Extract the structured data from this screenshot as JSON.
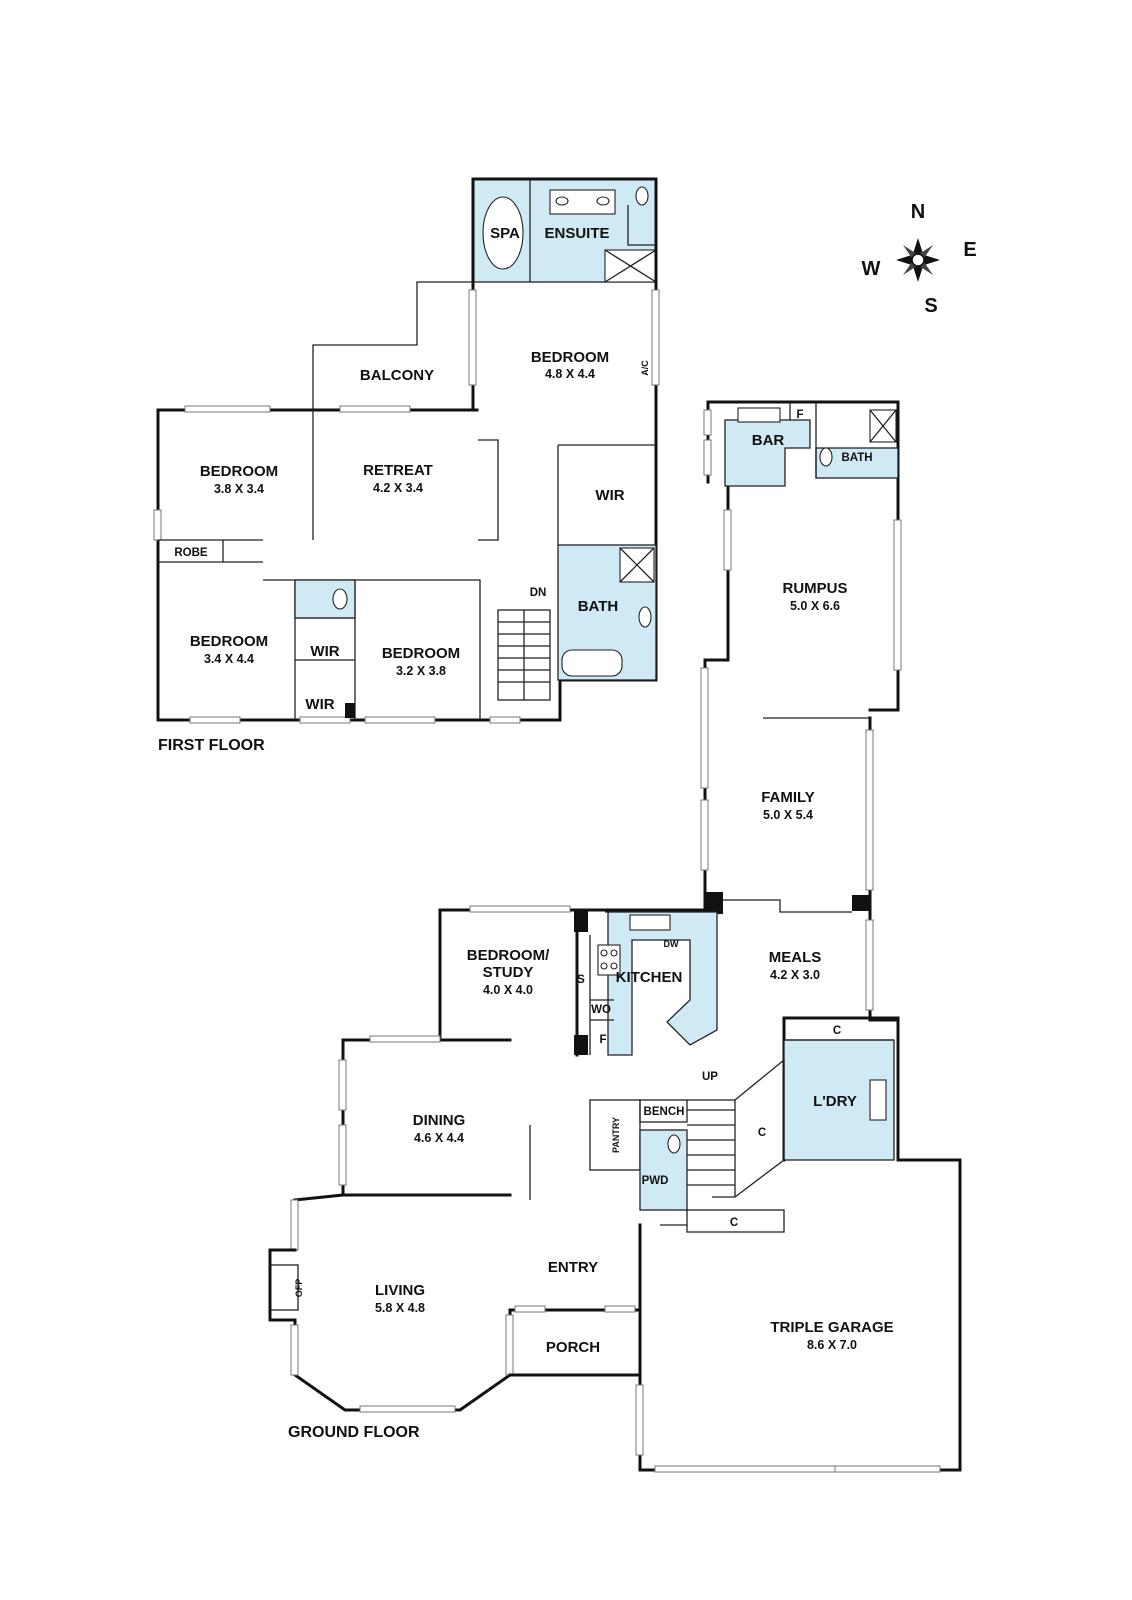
{
  "compass": {
    "north": "N",
    "east": "E",
    "south": "S",
    "west": "W"
  },
  "first_floor": {
    "title": "FIRST FLOOR",
    "rooms": {
      "spa": "SPA",
      "ensuite": "ENSUITE",
      "balcony": "BALCONY",
      "master_bedroom": {
        "name": "BEDROOM",
        "size": "4.8 X 4.4"
      },
      "ac": "A/C",
      "bedroom_nw": {
        "name": "BEDROOM",
        "size": "3.8 X 3.4"
      },
      "retreat": {
        "name": "RETREAT",
        "size": "4.2 X 3.4"
      },
      "wir_master": "WIR",
      "robe": "ROBE",
      "bedroom_sw": {
        "name": "BEDROOM",
        "size": "3.4 X 4.4"
      },
      "wir_a": "WIR",
      "wir_b": "WIR",
      "bedroom_s": {
        "name": "BEDROOM",
        "size": "3.2 X 3.8"
      },
      "dn": "DN",
      "bath": "BATH",
      "bar": "BAR",
      "bar_f": "F",
      "bar_bath": "BATH",
      "rumpus": {
        "name": "RUMPUS",
        "size": "5.0 X 6.6"
      }
    }
  },
  "ground_floor": {
    "title": "GROUND FLOOR",
    "rooms": {
      "family": {
        "name": "FAMILY",
        "size": "5.0 X 5.4"
      },
      "bedroom_study": {
        "name_line1": "BEDROOM/",
        "name_line2": "STUDY",
        "size": "4.0 X 4.0"
      },
      "kitchen": "KITCHEN",
      "dw": "DW",
      "s": "S",
      "wo": "WO",
      "f": "F",
      "meals": {
        "name": "MEALS",
        "size": "4.2 X 3.0"
      },
      "c_ldry": "C",
      "laundry": "L'DRY",
      "up": "UP",
      "pantry": "PANTRY",
      "bench": "BENCH",
      "c_stair": "C",
      "pwd": "PWD",
      "c_lower": "C",
      "dining": {
        "name": "DINING",
        "size": "4.6 X 4.4"
      },
      "entry": "ENTRY",
      "ofp": "OFP",
      "living": {
        "name": "LIVING",
        "size": "5.8 X 4.8"
      },
      "porch": "PORCH",
      "garage": {
        "name": "TRIPLE GARAGE",
        "size": "8.6 X 7.0"
      }
    }
  }
}
